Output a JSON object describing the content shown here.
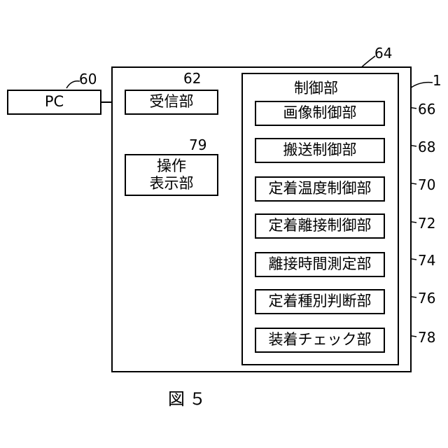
{
  "nodes": {
    "pc": {
      "label": "PC",
      "ref": "60"
    },
    "receiver": {
      "label": "受信部",
      "ref": "62"
    },
    "device": {
      "ref": "1"
    },
    "controller": {
      "label": "制御部",
      "ref": "64"
    },
    "operation_display": {
      "label_line1": "操作",
      "label_line2": "表示部",
      "ref": "79"
    },
    "image_control": {
      "label": "画像制御部",
      "ref": "66"
    },
    "transport_control": {
      "label": "搬送制御部",
      "ref": "68"
    },
    "fixing_temp_control": {
      "label": "定着温度制御部",
      "ref": "70"
    },
    "fixing_separation_control": {
      "label": "定着離接制御部",
      "ref": "72"
    },
    "separation_time_measure": {
      "label": "離接時間測定部",
      "ref": "74"
    },
    "fixing_type_judge": {
      "label": "定着種別判断部",
      "ref": "76"
    },
    "mount_check": {
      "label": "装着チェック部",
      "ref": "78"
    }
  },
  "caption": "図５"
}
